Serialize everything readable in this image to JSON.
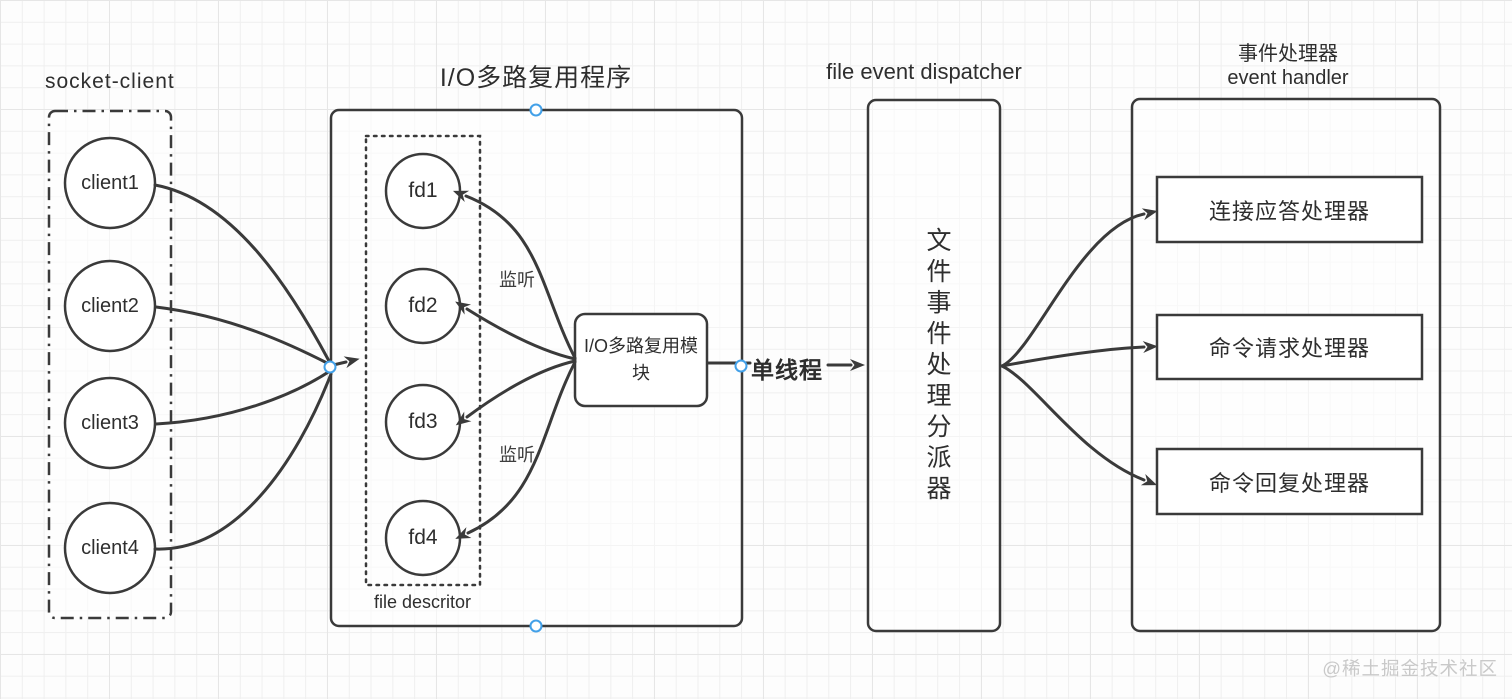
{
  "colors": {
    "stroke": "#3a3a3a",
    "selection_handle": "#42a0e8",
    "watermark": "#c9c9c9"
  },
  "socket": {
    "title": "socket-client",
    "clients": [
      "client1",
      "client2",
      "client3",
      "client4"
    ]
  },
  "io_program": {
    "title": "I/O多路复用程序",
    "fds": [
      "fd1",
      "fd2",
      "fd3",
      "fd4"
    ],
    "fd_group_label": "file descritor",
    "listen_label_top": "监听",
    "listen_label_bottom": "监听",
    "module_label": "I/O多路复用模块"
  },
  "link": {
    "single_thread_label": "单线程"
  },
  "dispatcher": {
    "title": "file event dispatcher",
    "body_vertical_text": "文件事件处理分派器"
  },
  "event_handler": {
    "title_cn": "事件处理器",
    "title_en": "event handler",
    "handlers": [
      "连接应答处理器",
      "命令请求处理器",
      "命令回复处理器"
    ]
  },
  "footer": {
    "watermark": "@稀土掘金技术社区"
  }
}
